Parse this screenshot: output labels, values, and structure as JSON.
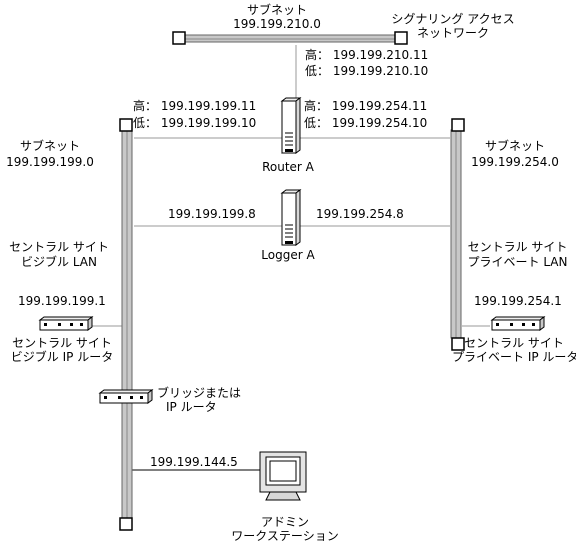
{
  "labels": {
    "top_subnet": {
      "title": "サブネット",
      "address": "199.199.210.0"
    },
    "signaling_network": {
      "line1": "シグナリング アクセス",
      "line2": "ネットワーク"
    },
    "router_top_high": "高： 199.199.210.11",
    "router_top_low": "低： 199.199.210.10",
    "left_high": "高： 199.199.199.11",
    "left_low": "低： 199.199.199.10",
    "right_high": "高： 199.199.254.11",
    "right_low": "低： 199.199.254.10",
    "left_subnet": {
      "title": "サブネット",
      "address": "199.199.199.0"
    },
    "right_subnet": {
      "title": "サブネット",
      "address": "199.199.254.0"
    },
    "router_a": "Router A",
    "logger_left_ip": "199.199.199.8",
    "logger_right_ip": "199.199.254.8",
    "logger_a": "Logger A",
    "visible_lan": {
      "line1": "セントラル サイト",
      "line2": "ビジブル LAN"
    },
    "private_lan": {
      "line1": "セントラル サイト",
      "line2": "プライベート LAN"
    },
    "visible_router_ip": "199.199.199.1",
    "private_router_ip": "199.199.254.1",
    "visible_router": {
      "line1": "セントラル サイト",
      "line2": "ビジブル IP ルータ"
    },
    "private_router": {
      "line1": "セントラル サイト",
      "line2": "プライベート IP ルータ"
    },
    "bridge": {
      "line1": "ブリッジまたは",
      "line2": "IP ルータ"
    },
    "workstation_ip": "199.199.144.5",
    "admin": {
      "line1": "アドミン",
      "line2": "ワークステーション"
    }
  },
  "colors": {
    "bus": "#c8c8c8",
    "line": "#909090",
    "ink": "#000000"
  }
}
